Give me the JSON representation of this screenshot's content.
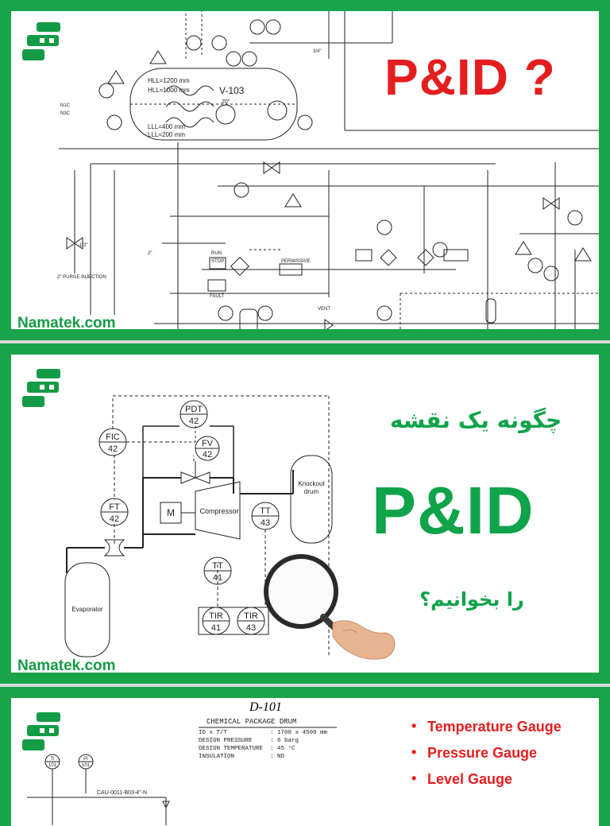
{
  "brand": {
    "logo_icon": "namatek-logo-icon",
    "site": "Namatek.com",
    "green": "#1aa34a",
    "red": "#e41e1e"
  },
  "slide1": {
    "headline": "P&ID ?",
    "vessel_tag": "V-103",
    "labels": [
      "HLL=1200 mm",
      "HLL=1000 mm",
      "LLL=400 mm",
      "LLL=200 mm",
      "2\" PURGE INJECTION",
      "1/2\"",
      "N1C",
      "N3C",
      "20\"",
      "3/4\"",
      "RUN",
      "STOP",
      "FAULT",
      "PERMISSIVE",
      "VENT",
      "2\""
    ]
  },
  "slide2": {
    "title_fa": "چگونه یک نقشه",
    "headline": "P&ID",
    "subtitle_fa": "را بخوانیم؟",
    "instruments": [
      {
        "func": "FIC",
        "num": "42"
      },
      {
        "func": "PDT",
        "num": "42"
      },
      {
        "func": "FV",
        "num": "42"
      },
      {
        "func": "FT",
        "num": "42"
      },
      {
        "func": "TT",
        "num": "43"
      },
      {
        "func": "TT",
        "num": "41"
      },
      {
        "func": "TIR",
        "num": "41"
      },
      {
        "func": "TIR",
        "num": "43"
      }
    ],
    "equipment": {
      "motor": "M",
      "compressor": "Compressor",
      "drum_line1": "Knockout",
      "drum_line2": "drum",
      "evaporator": "Evaporator"
    }
  },
  "slide3": {
    "drum_tag": "D-101",
    "drum_name": "CHEMICAL PACKAGE DRUM",
    "specs": [
      {
        "key": "ID x T/T",
        "value": ": 1700 x 4500 mm"
      },
      {
        "key": "DESIGN PRESSURE",
        "value": ": 6 barg"
      },
      {
        "key": "DESIGN TEMPERATURE",
        "value": ": 45 °C"
      },
      {
        "key": "INSULATION",
        "value": ": NO"
      }
    ],
    "line_tag": "CAU-0011-B03-4\"-N",
    "instr1_func": "TI",
    "instr1_num": "101",
    "instr2_func": "PI",
    "instr2_num": "101",
    "bullets": [
      "Temperature Gauge",
      "Pressure Gauge",
      "Level Gauge"
    ]
  }
}
